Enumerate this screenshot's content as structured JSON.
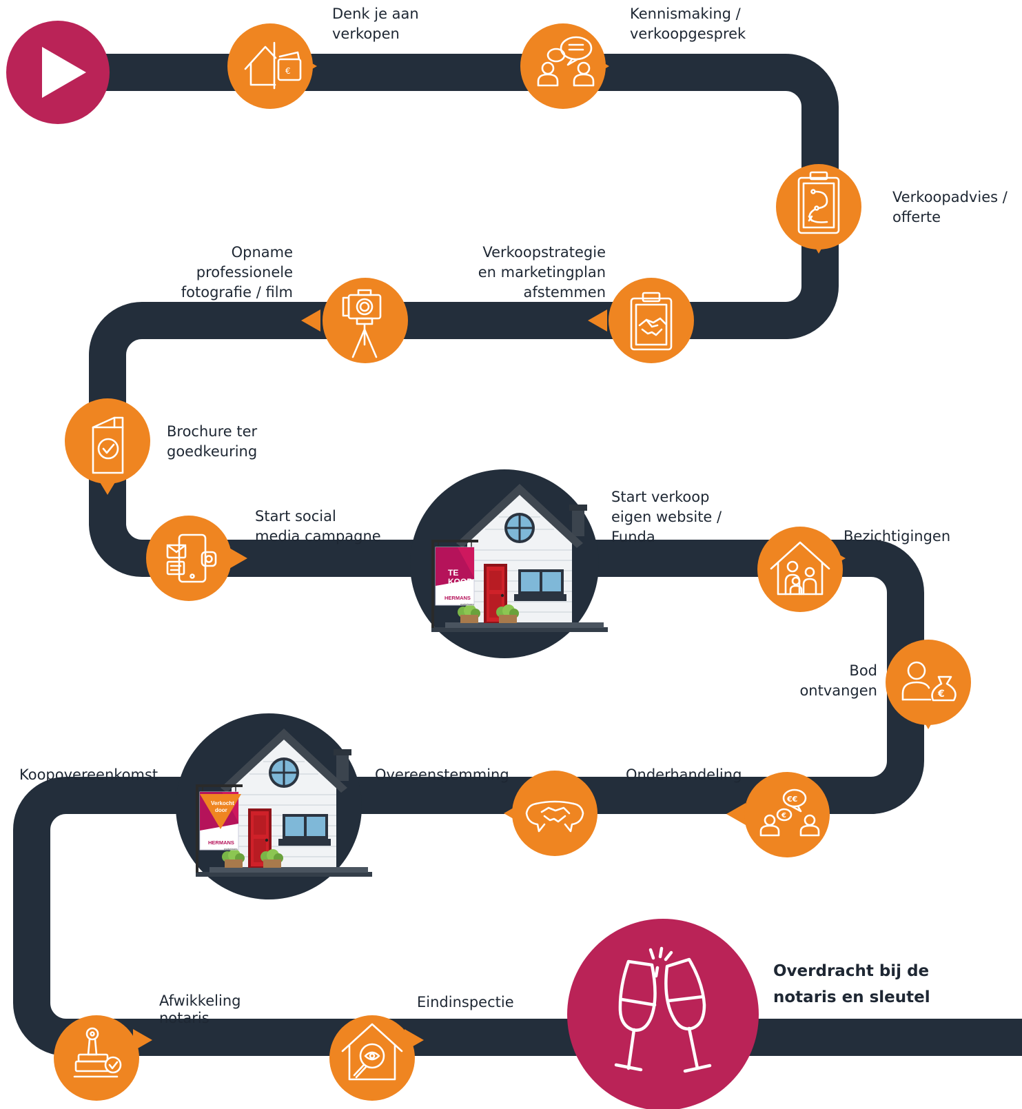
{
  "colors": {
    "road": "#232e3b",
    "step_circle": "#ef8521",
    "accent": "#ba2357",
    "icon_stroke": "#ffffff",
    "text": "#1e2733"
  },
  "start": {
    "icon": "play-icon"
  },
  "steps": [
    {
      "lines": [
        "Denk je aan",
        "verkopen"
      ],
      "icon": "house-money-icon"
    },
    {
      "lines": [
        "Kennismaking /",
        "verkoopgesprek"
      ],
      "icon": "conversation-icon"
    },
    {
      "lines": [
        "Verkoopadvies /",
        "offerte"
      ],
      "icon": "clipboard-plan-icon"
    },
    {
      "lines": [
        "Verkoopstrategie",
        "en marketingplan",
        "afstemmen"
      ],
      "icon": "clipboard-handshake-icon"
    },
    {
      "lines": [
        "Opname",
        "professionele",
        "fotografie / film"
      ],
      "icon": "camera-tripod-icon"
    },
    {
      "lines": [
        "Brochure ter",
        "goedkeuring"
      ],
      "icon": "brochure-check-icon"
    },
    {
      "lines": [
        "Start social",
        "media campagne"
      ],
      "icon": "social-media-icon"
    },
    {
      "lines": [
        "Start verkoop",
        "eigen website /",
        "Funda"
      ],
      "icon": "house-for-sale-illustration"
    },
    {
      "lines": [
        "Bezichtigingen"
      ],
      "icon": "house-visitors-icon"
    },
    {
      "lines": [
        "Bod",
        "ontvangen"
      ],
      "icon": "person-moneybag-icon"
    },
    {
      "lines": [
        "Onderhandeling"
      ],
      "icon": "negotiation-icon"
    },
    {
      "lines": [
        "Overeenstemming"
      ],
      "icon": "handshake-icon"
    },
    {
      "lines": [
        "Koopovereenkomst"
      ],
      "icon": "house-sold-illustration"
    },
    {
      "lines": [
        "Afwikkeling",
        "notaris"
      ],
      "icon": "stamp-icon"
    },
    {
      "lines": [
        "Eindinspectie"
      ],
      "icon": "house-inspection-icon"
    },
    {
      "lines": [
        "Overdracht bij de",
        "notaris en sleutel"
      ],
      "icon": "champagne-toast-icon"
    }
  ],
  "signs": {
    "for_sale": {
      "line1": "TE",
      "line2": "KOOP",
      "brand": "HERMANS",
      "sub": "makelaars"
    },
    "sold": {
      "line1": "Verkocht",
      "line2": "door",
      "brand": "HERMANS",
      "sub": "makelaars"
    }
  }
}
